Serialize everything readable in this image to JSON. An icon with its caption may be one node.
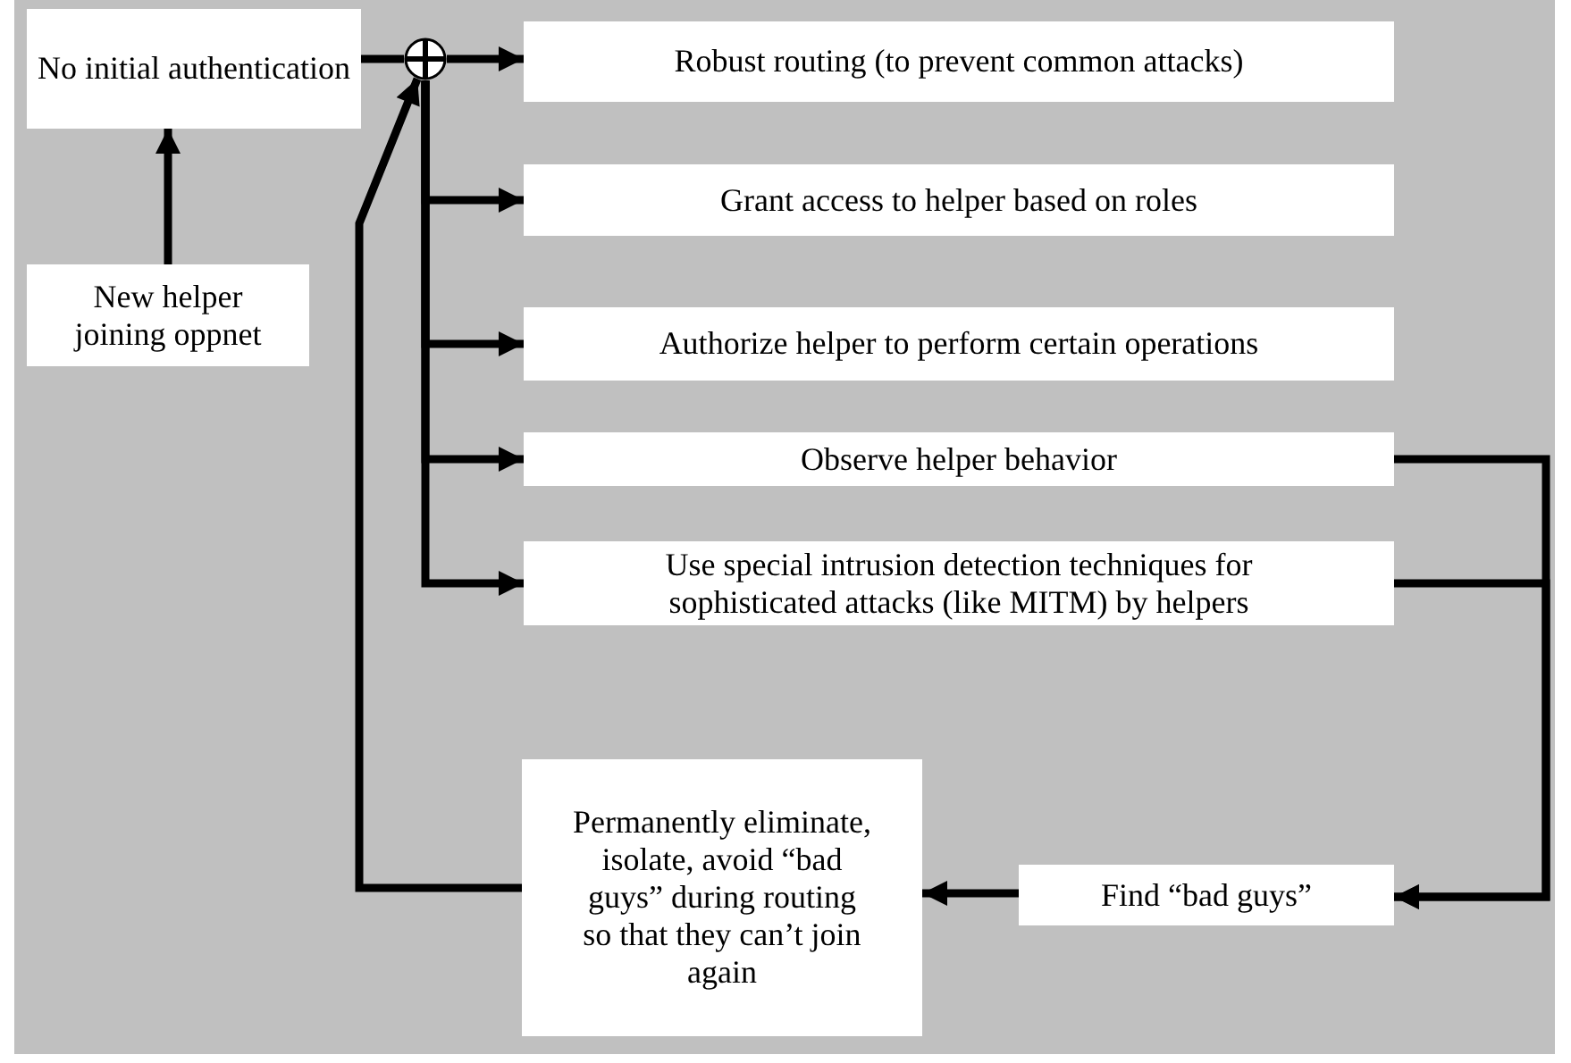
{
  "diagram": {
    "nodes": [
      {
        "text": [
          "No initial authentication"
        ]
      },
      {
        "text": [
          "New helper joining oppnet"
        ]
      },
      {
        "text": [],
        "shape": "circle"
      },
      {
        "text": [
          "Robust routing (to prevent common attacks)"
        ]
      },
      {
        "text": [
          "Grant access to helper based on roles"
        ]
      },
      {
        "text": [
          "Authorize helper to perform certain operations"
        ]
      },
      {
        "text": [
          "Observe helper behavior"
        ]
      },
      {
        "text": [
          "Use special intrusion detection techniques for sophisticated attacks  (like MITM) by helpers"
        ]
      },
      {
        "text": [
          "Find “bad guys”"
        ]
      },
      {
        "text": [
          "Permanently eliminate, isolate, avoid “bad guys” during routing so that they can’t join again"
        ]
      }
    ],
    "edges": [
      {
        "from": 1,
        "to": 0,
        "arrow": "to"
      },
      {
        "from": 0,
        "to": 2,
        "arrow": "none"
      },
      {
        "from": 2,
        "to": 3,
        "arrow": "to"
      },
      {
        "from": 2,
        "to": 4,
        "arrow": "to"
      },
      {
        "from": 2,
        "to": 5,
        "arrow": "to"
      },
      {
        "from": 2,
        "to": 6,
        "arrow": "to"
      },
      {
        "from": 2,
        "to": 7,
        "arrow": "to"
      },
      {
        "from": 6,
        "to": 8,
        "arrow": "to"
      },
      {
        "from": 7,
        "to": 8,
        "arrow": "to"
      },
      {
        "from": 8,
        "to": 9,
        "arrow": "to"
      },
      {
        "from": 9,
        "to": 2,
        "arrow": "to"
      }
    ]
  }
}
